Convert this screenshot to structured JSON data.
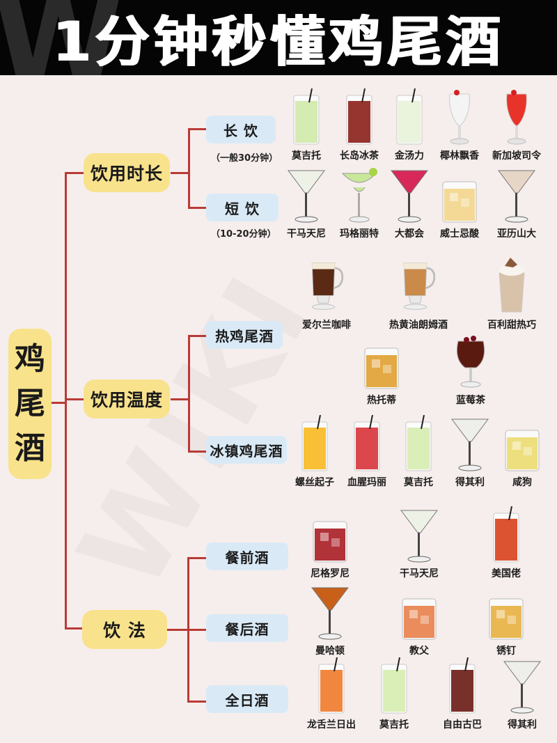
{
  "header": {
    "title": "1分钟秒懂鸡尾酒"
  },
  "colors": {
    "background": "#f6eeec",
    "header_bg": "#050505",
    "category_box": "#f8e28c",
    "subcategory_box": "#d9eaf6",
    "connector": "#b93a36"
  },
  "root": {
    "label": [
      "鸡",
      "尾",
      "酒"
    ]
  },
  "categories": [
    {
      "label": "饮用时长",
      "subcategories": [
        {
          "label": "长 饮",
          "note": "（一般30分钟）",
          "drinks": [
            {
              "name": "莫吉托",
              "glass": "highball",
              "color": "#cfe9a8"
            },
            {
              "name": "长岛冰茶",
              "glass": "highball",
              "color": "#8b1f1a"
            },
            {
              "name": "金汤力",
              "glass": "highball",
              "color": "#e8f2d8"
            },
            {
              "name": "椰林飘香",
              "glass": "hurricane",
              "color": "#f4f4f4"
            },
            {
              "name": "新加坡司令",
              "glass": "hurricane",
              "color": "#e8332a"
            }
          ]
        },
        {
          "label": "短 饮",
          "note": "（10-20分钟）",
          "drinks": [
            {
              "name": "干马天尼",
              "glass": "martini",
              "color": "#eef2e6"
            },
            {
              "name": "玛格丽特",
              "glass": "margarita",
              "color": "#c9e79a"
            },
            {
              "name": "大都会",
              "glass": "martini",
              "color": "#d8285a"
            },
            {
              "name": "威士忌酸",
              "glass": "rocks",
              "color": "#f2d58a"
            },
            {
              "name": "亚历山大",
              "glass": "martini",
              "color": "#e6d6c6"
            }
          ]
        }
      ]
    },
    {
      "label": "饮用温度",
      "subcategories": [
        {
          "label": "热鸡尾酒",
          "drinks": [
            {
              "name": "爱尔兰咖啡",
              "glass": "mug",
              "color": "#5a2a14"
            },
            {
              "name": "热黄油朗姆酒",
              "glass": "mug",
              "color": "#c98a4a"
            },
            {
              "name": "百利甜热巧",
              "glass": "cup",
              "color": "#d8c2aa"
            },
            {
              "name": "热托蒂",
              "glass": "rocks",
              "color": "#e0a030"
            },
            {
              "name": "蓝莓茶",
              "glass": "snifter",
              "color": "#5a1a10"
            }
          ]
        },
        {
          "label": "冰镇鸡尾酒",
          "drinks": [
            {
              "name": "螺丝起子",
              "glass": "highball",
              "color": "#f8b820"
            },
            {
              "name": "血腥玛丽",
              "glass": "highball",
              "color": "#d8333a"
            },
            {
              "name": "莫吉托",
              "glass": "highball",
              "color": "#d6ecb0"
            },
            {
              "name": "得其利",
              "glass": "martini",
              "color": "#eeeeea"
            },
            {
              "name": "咸狗",
              "glass": "rocks",
              "color": "#ecdc70"
            }
          ]
        }
      ]
    },
    {
      "label": "饮 法",
      "subcategories": [
        {
          "label": "餐前酒",
          "drinks": [
            {
              "name": "尼格罗尼",
              "glass": "rocks",
              "color": "#a81c22"
            },
            {
              "name": "干马天尼",
              "glass": "martini",
              "color": "#eef2e6"
            },
            {
              "name": "美国佬",
              "glass": "highball",
              "color": "#d8401c"
            }
          ]
        },
        {
          "label": "餐后酒",
          "drinks": [
            {
              "name": "曼哈顿",
              "glass": "martini",
              "color": "#c8601a"
            },
            {
              "name": "教父",
              "glass": "rocks",
              "color": "#e8804a"
            },
            {
              "name": "锈钉",
              "glass": "rocks",
              "color": "#e8b040"
            }
          ]
        },
        {
          "label": "全日酒",
          "drinks": [
            {
              "name": "龙舌兰日出",
              "glass": "highball",
              "color": "#f07a2a"
            },
            {
              "name": "莫吉托",
              "glass": "highball",
              "color": "#d6ecb0"
            },
            {
              "name": "自由古巴",
              "glass": "highball",
              "color": "#6a1a14"
            },
            {
              "name": "得其利",
              "glass": "martini",
              "color": "#eeeeea"
            }
          ]
        }
      ]
    }
  ]
}
